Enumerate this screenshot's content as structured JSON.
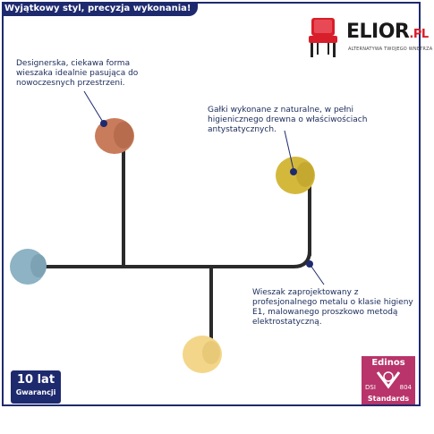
{
  "header": {
    "title": "Wyjątkowy styl, precyzja wykonania!"
  },
  "logo": {
    "brand": "ELIOR",
    "suffix": ".PL",
    "tagline": "ALTERNATYWA TWOJEGO WNĘTRZA",
    "chair_icon": "chair-icon"
  },
  "callouts": {
    "design": "Designerska, ciekawa forma wieszaka idealnie pasująca do nowoczesnych przestrzeni.",
    "knobs": "Gałki wykonane z naturalne, w pełni higienicznego drewna o właściwościach antystatycznych.",
    "metal": "Wieszak zaprojektowany z profesjonalnego metalu o klasie higieny E1, malowanego proszkowo metodą elektrostatyczną."
  },
  "warranty": {
    "years": "10 lat",
    "label": "Gwarancji"
  },
  "certificate": {
    "name": "Edinos",
    "left": "DSI",
    "right": "804",
    "standard": "Standards"
  },
  "colors": {
    "frame": "#1e2a6e",
    "knob_terracotta": "#c87c5c",
    "knob_mustard": "#d4b83c",
    "knob_blue": "#8db3c4",
    "knob_cream": "#f3d68a",
    "metal": "#2a2a2a",
    "accent_dot": "#1e2a6e",
    "edinos": "#b8346a"
  }
}
